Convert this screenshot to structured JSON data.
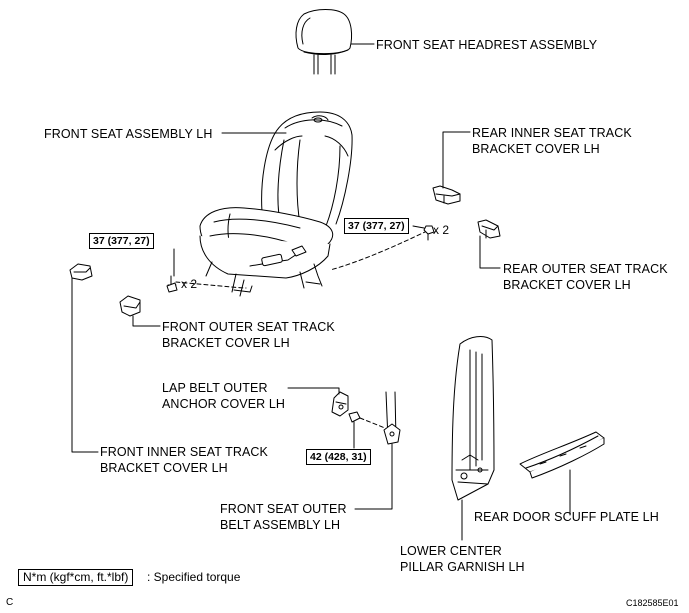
{
  "parts": {
    "headrest": "FRONT SEAT HEADREST ASSEMBLY",
    "seat": "FRONT SEAT ASSEMBLY LH",
    "rear_inner_cover_l1": "REAR INNER SEAT TRACK",
    "rear_inner_cover_l2": "BRACKET COVER LH",
    "rear_outer_cover_l1": "REAR OUTER SEAT TRACK",
    "rear_outer_cover_l2": "BRACKET COVER LH",
    "front_outer_cover_l1": "FRONT OUTER SEAT TRACK",
    "front_outer_cover_l2": "BRACKET COVER LH",
    "lap_belt_cover_l1": "LAP BELT OUTER",
    "lap_belt_cover_l2": "ANCHOR COVER LH",
    "front_inner_cover_l1": "FRONT INNER SEAT TRACK",
    "front_inner_cover_l2": "BRACKET COVER LH",
    "belt_l1": "FRONT SEAT OUTER",
    "belt_l2": "BELT ASSEMBLY LH",
    "scuff_plate": "REAR DOOR SCUFF PLATE LH",
    "pillar_l1": "LOWER CENTER",
    "pillar_l2": "PILLAR GARNISH LH"
  },
  "torques": {
    "rear_bolt": "37 (377, 27)",
    "front_bolt": "37 (377, 27)",
    "belt_bolt": "42 (428, 31)"
  },
  "quantities": {
    "rear_bolts": "x 2",
    "front_bolts": "x 2"
  },
  "legend": {
    "unit": "N*m (kgf*cm, ft.*lbf)",
    "meaning": ": Specified torque"
  },
  "corner": {
    "left": "C",
    "figure_id": "C182585E01"
  }
}
